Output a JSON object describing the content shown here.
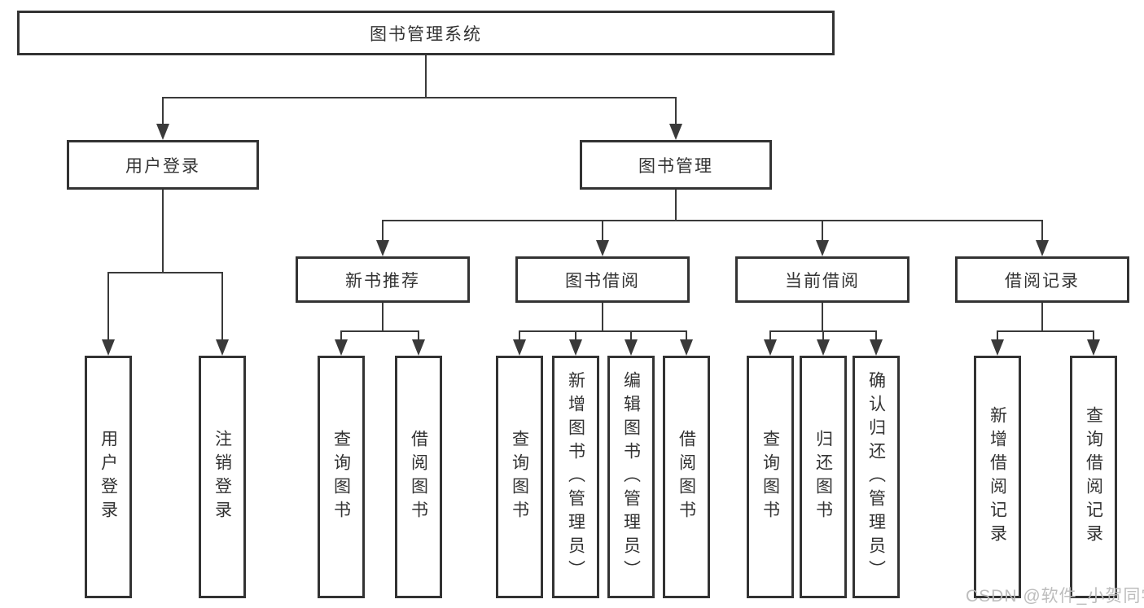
{
  "diagram": {
    "type": "tree-diagram",
    "tree": {
      "root": {
        "label": "图书管理系统",
        "children": [
          {
            "label": "用户登录",
            "children": [
              {
                "label": "用户登录"
              },
              {
                "label": "注销登录"
              }
            ]
          },
          {
            "label": "图书管理",
            "children": [
              {
                "label": "新书推荐",
                "children": [
                  {
                    "label": "查询图书"
                  },
                  {
                    "label": "借阅图书"
                  }
                ]
              },
              {
                "label": "图书借阅",
                "children": [
                  {
                    "label": "查询图书"
                  },
                  {
                    "label": "新增图书（管理员）"
                  },
                  {
                    "label": "编辑图书（管理员）"
                  },
                  {
                    "label": "借阅图书"
                  }
                ]
              },
              {
                "label": "当前借阅",
                "children": [
                  {
                    "label": "查询图书"
                  },
                  {
                    "label": "归还图书"
                  },
                  {
                    "label": "确认归还（管理员）"
                  }
                ]
              },
              {
                "label": "借阅记录",
                "children": [
                  {
                    "label": "新增借阅记录"
                  },
                  {
                    "label": "查询借阅记录"
                  }
                ]
              }
            ]
          }
        ]
      }
    },
    "colors": {
      "line": "#3a3a3a",
      "box_border": "#333333",
      "text": "#333333",
      "watermark": "#b9b9b9",
      "background": "#ffffff"
    }
  },
  "watermark": "CSDN @软件_小贺同学"
}
